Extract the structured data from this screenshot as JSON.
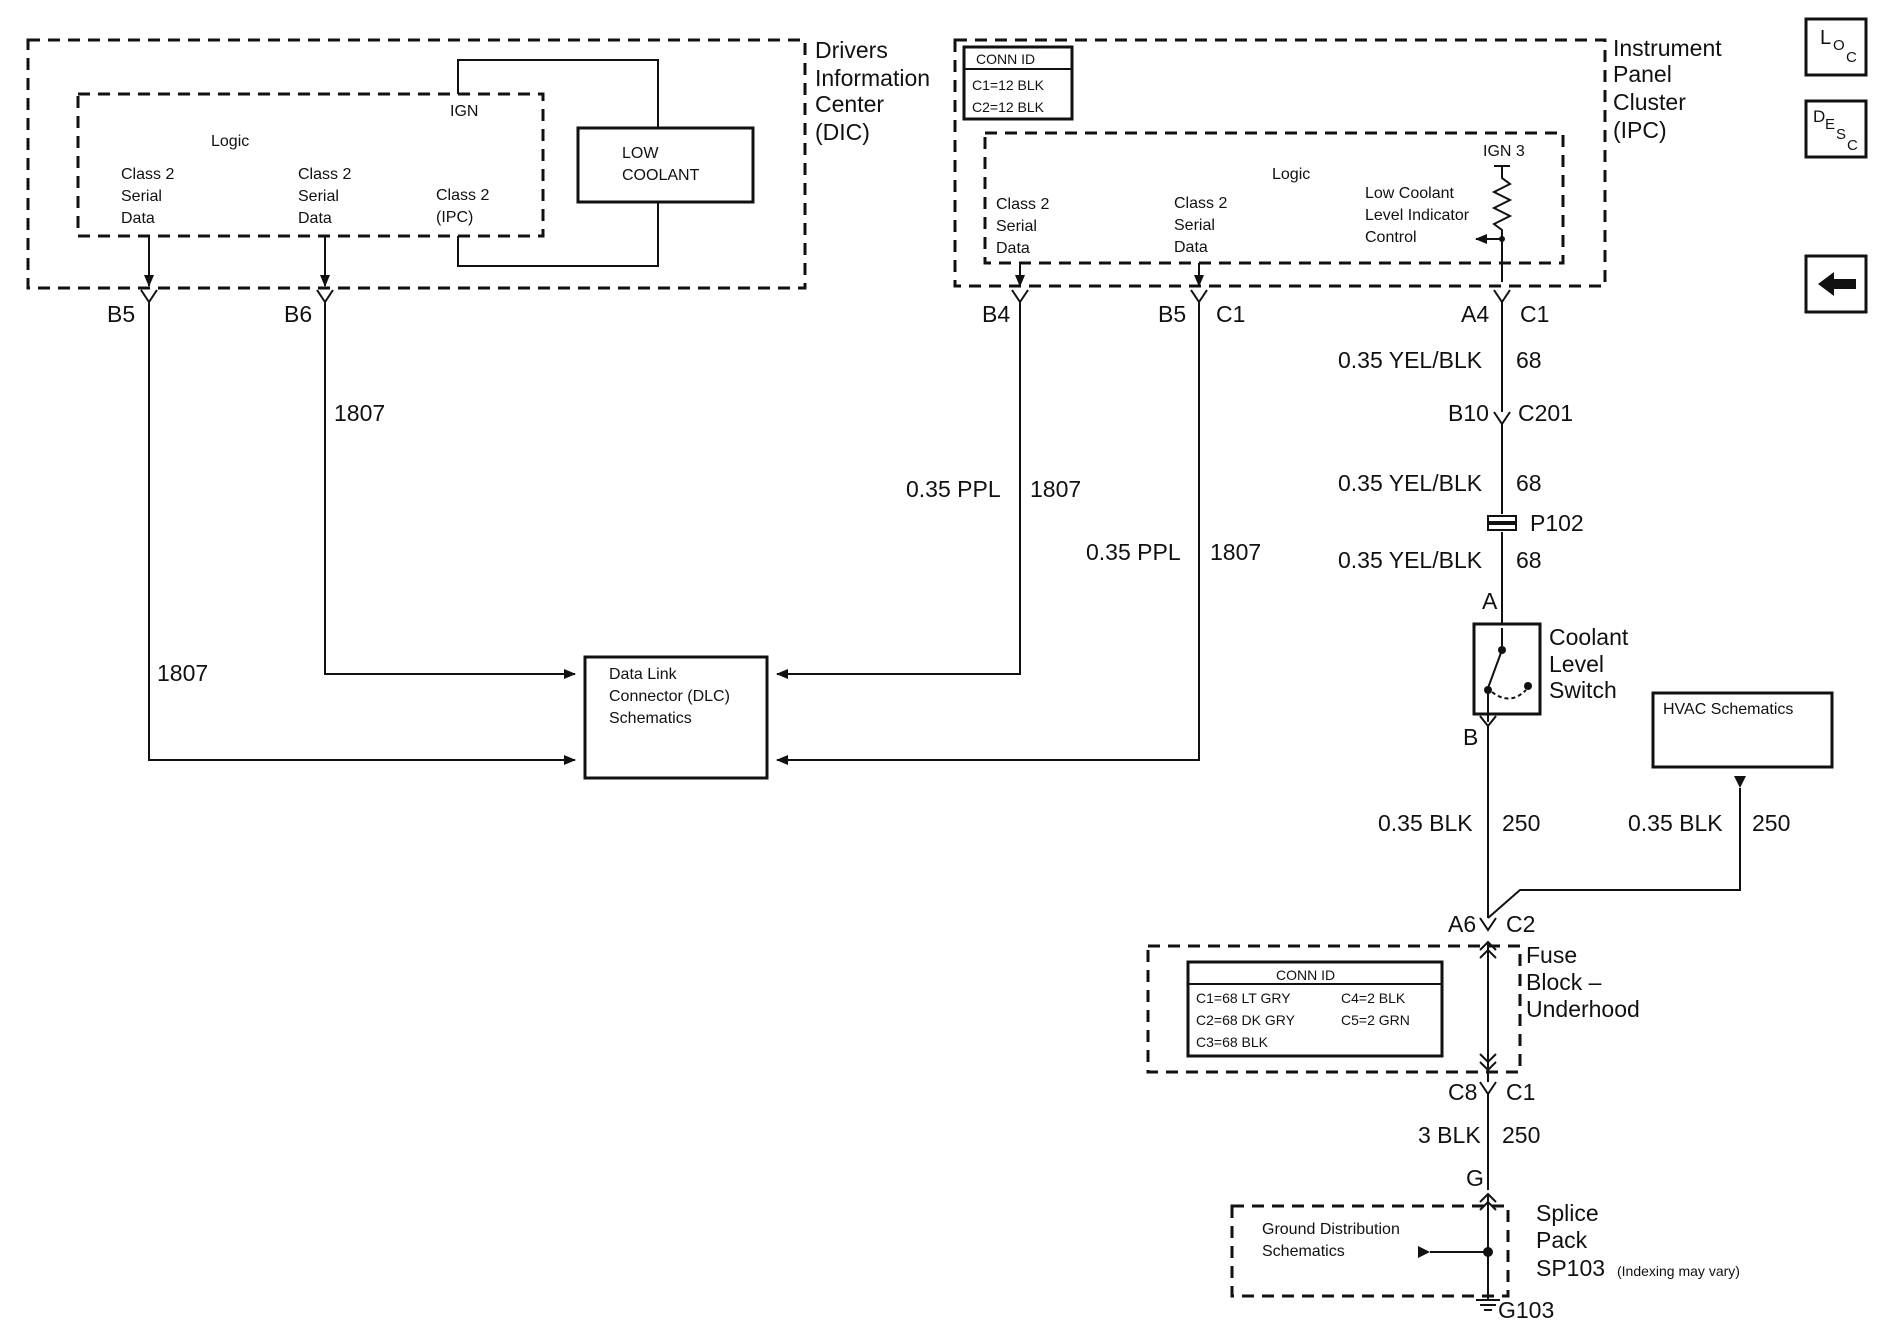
{
  "nav": {
    "loc": {
      "main": "L",
      "sup": "O",
      "sub": "C"
    },
    "desc": {
      "main": "D",
      "sup": "E",
      "sub": "S",
      "sub2": "C"
    },
    "back_icon": "left-arrow-icon"
  },
  "dic": {
    "title": [
      "Drivers",
      "Information",
      "Center",
      "(DIC)"
    ],
    "logic": "Logic",
    "ign": "IGN",
    "low_coolant": [
      "LOW",
      "COOLANT"
    ],
    "class2_a": [
      "Class 2",
      "Serial",
      "Data"
    ],
    "class2_b": [
      "Class 2",
      "Serial",
      "Data"
    ],
    "class2_ipc": [
      "Class 2",
      "(IPC)"
    ],
    "pin_b5": "B5",
    "pin_b6": "B6",
    "ckt_b6": "1807",
    "ckt_b5": "1807"
  },
  "ipc": {
    "title": [
      "Instrument",
      "Panel",
      "Cluster",
      "(IPC)"
    ],
    "conn_id": [
      "CONN ID",
      "C1=12 BLK",
      "C2=12 BLK"
    ],
    "logic": "Logic",
    "ign3": "IGN 3",
    "class2_a": [
      "Class 2",
      "Serial",
      "Data"
    ],
    "class2_b": [
      "Class 2",
      "Serial",
      "Data"
    ],
    "low_coolant_ctrl": [
      "Low Coolant",
      "Level Indicator",
      "Control"
    ],
    "pin_b4": "B4",
    "pin_b5": "B5",
    "pin_b5_conn": "C1",
    "pin_a4": "A4",
    "pin_a4_conn": "C1"
  },
  "wires": {
    "b4_color": "0.35 PPL",
    "b4_ckt": "1807",
    "b5_color": "0.35 PPL",
    "b5_ckt": "1807",
    "a4_color": "0.35 YEL/BLK",
    "a4_ckt": "68",
    "c201_pin": "B10",
    "c201": "C201",
    "mid_color": "0.35 YEL/BLK",
    "mid_ckt": "68",
    "p102": "P102",
    "low_color": "0.35 YEL/BLK",
    "low_ckt": "68",
    "sw_pin_a": "A",
    "sw_pin_b": "B",
    "blk_color": "0.35 BLK",
    "blk_ckt": "250",
    "hvac_color": "0.35 BLK",
    "hvac_ckt": "250",
    "fb_pin_a6": "A6",
    "fb_conn_c2": "C2",
    "fb_pin_c8": "C8",
    "fb_conn_c1": "C1",
    "gnd_color": "3 BLK",
    "gnd_ckt": "250",
    "sp_pin_g": "G",
    "ground": "G103"
  },
  "dlc": [
    "Data Link",
    "Connector (DLC)",
    "Schematics"
  ],
  "switch": [
    "Coolant",
    "Level",
    "Switch"
  ],
  "hvac": "HVAC Schematics",
  "fuse_block": {
    "title": [
      "Fuse",
      "Block –",
      "Underhood"
    ],
    "conn_id": "CONN ID",
    "rows": [
      [
        "C1=68 LT GRY",
        "C4=2 BLK"
      ],
      [
        "C2=68 DK GRY",
        "C5=2 GRN"
      ],
      [
        "C3=68 BLK",
        ""
      ]
    ]
  },
  "splice": {
    "title": [
      "Splice",
      "Pack",
      "SP103"
    ],
    "note": "(Indexing may vary)",
    "ground_dist": [
      "Ground Distribution",
      "Schematics"
    ]
  }
}
